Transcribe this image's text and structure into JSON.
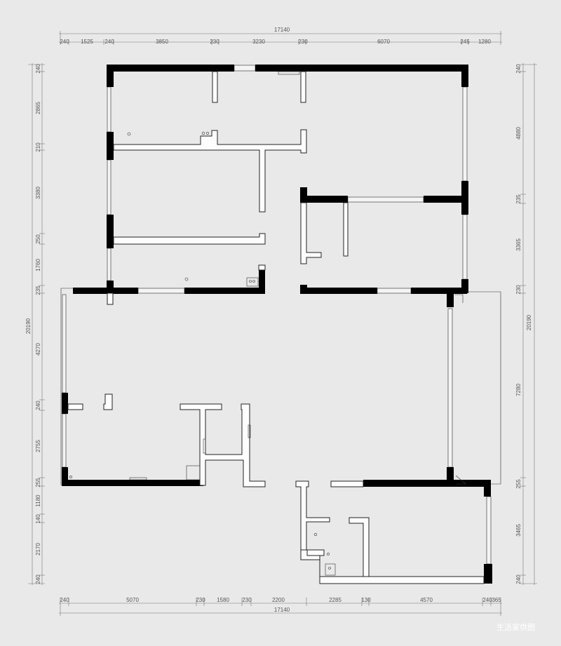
{
  "top_dims": {
    "total": "17140",
    "segments": [
      "240",
      "1525",
      "240",
      "3850",
      "230",
      "3230",
      "230",
      "6070",
      "245",
      "1280"
    ]
  },
  "bottom_dims": {
    "total": "17140",
    "segments": [
      "240",
      "5070",
      "230",
      "1580",
      "230",
      "2200",
      "2285",
      "130",
      "4570",
      "240",
      "365"
    ]
  },
  "left_dims": {
    "total": "20190",
    "segments": [
      "240",
      "2865",
      "210",
      "3380",
      "250",
      "1760",
      "235",
      "4270",
      "240",
      "2755",
      "255",
      "1180",
      "140",
      "2170",
      "240"
    ]
  },
  "right_dims": {
    "total": "20190",
    "segments": [
      "240",
      "4880",
      "235",
      "3365",
      "230",
      "7280",
      "255",
      "3465",
      "240"
    ]
  },
  "watermark": "生活家供图"
}
